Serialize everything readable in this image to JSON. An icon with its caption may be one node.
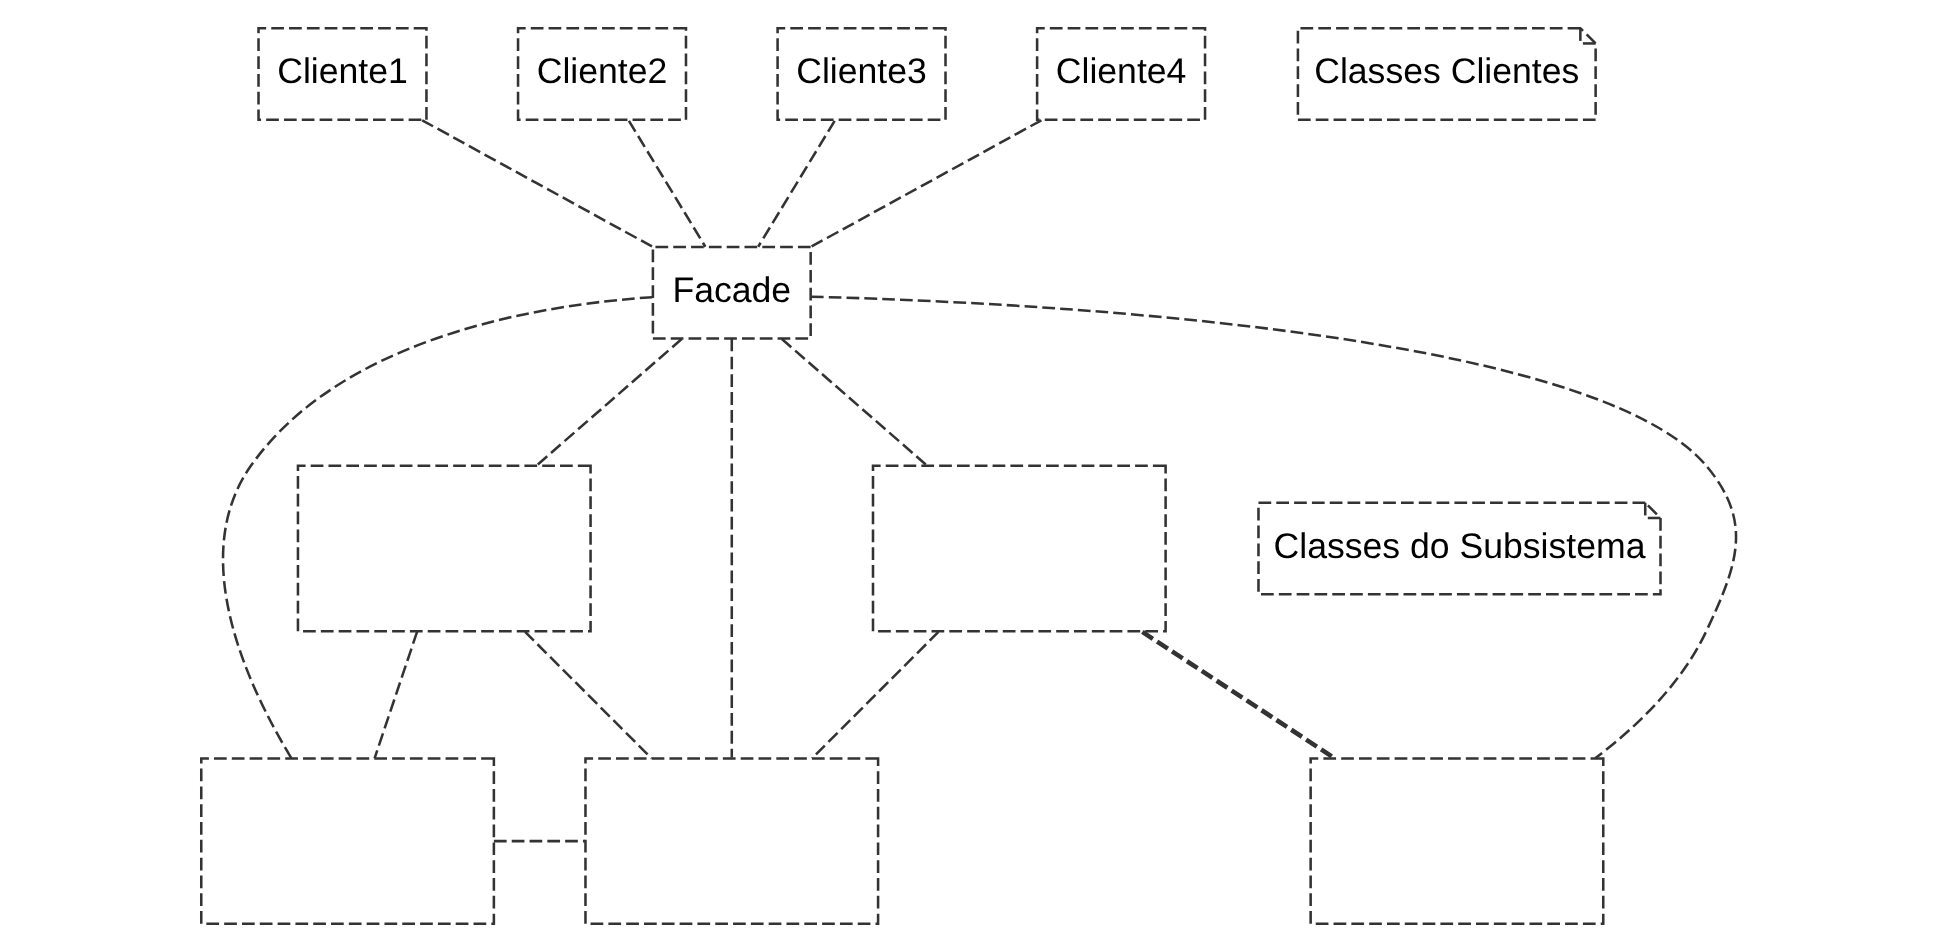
{
  "diagram": {
    "nodes": [
      {
        "text": [
          "Cliente1"
        ]
      },
      {
        "text": [
          "Cliente2"
        ]
      },
      {
        "text": [
          "Cliente3"
        ]
      },
      {
        "text": [
          "Cliente4"
        ]
      },
      {
        "text": [
          "Facade"
        ]
      },
      {
        "text": [],
        "shape": "box"
      },
      {
        "text": [],
        "shape": "box"
      },
      {
        "text": [],
        "shape": "box"
      },
      {
        "text": [],
        "shape": "box"
      },
      {
        "text": [],
        "shape": "box"
      },
      {
        "text": [
          "Classes Clientes"
        ]
      },
      {
        "text": [
          "Classes do Subsistema"
        ]
      }
    ],
    "edges": [
      {
        "from": 0,
        "to": 4,
        "arrow": "none"
      },
      {
        "from": 1,
        "to": 4,
        "arrow": "none"
      },
      {
        "from": 2,
        "to": 4,
        "arrow": "none"
      },
      {
        "from": 3,
        "to": 4,
        "arrow": "none"
      },
      {
        "from": 4,
        "to": 5,
        "arrow": "none"
      },
      {
        "from": 4,
        "to": 7,
        "arrow": "none"
      },
      {
        "from": 4,
        "to": 8,
        "arrow": "none"
      },
      {
        "from": 4,
        "to": 9,
        "arrow": "none"
      },
      {
        "from": 4,
        "to": 6,
        "arrow": "none"
      },
      {
        "from": 5,
        "to": 7,
        "arrow": "none"
      },
      {
        "from": 5,
        "to": 8,
        "arrow": "none"
      },
      {
        "from": 6,
        "to": 8,
        "arrow": "none"
      },
      {
        "from": 6,
        "to": 9,
        "arrow": "none",
        "style": "dashed"
      },
      {
        "from": 7,
        "to": 8,
        "arrow": "none"
      }
    ]
  }
}
